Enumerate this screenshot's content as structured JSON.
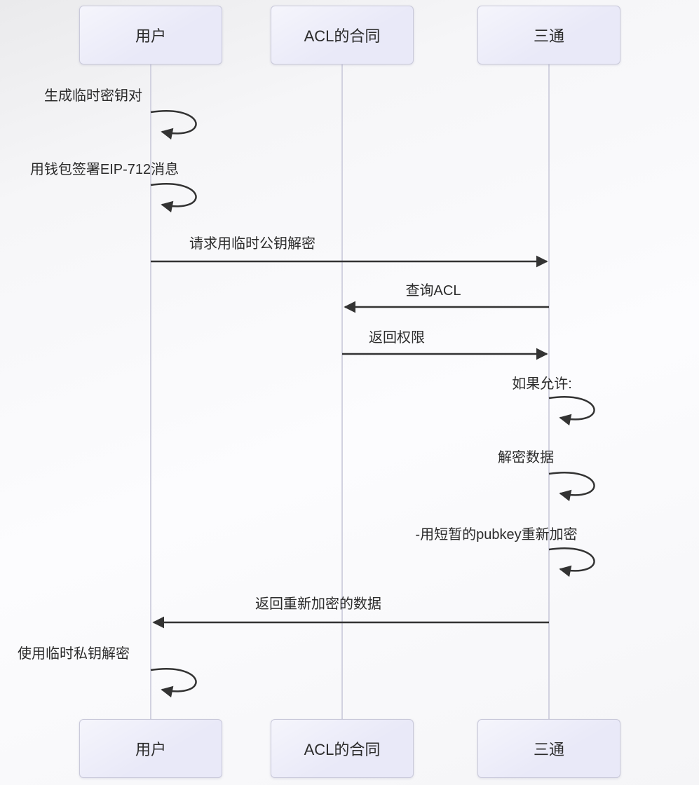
{
  "diagram_type": "sequence-diagram",
  "actors": [
    {
      "id": "user",
      "label": "用户"
    },
    {
      "id": "acl-contract",
      "label": "ACL的合同"
    },
    {
      "id": "santong",
      "label": "三通"
    }
  ],
  "messages": [
    {
      "label": "生成临时密钥对",
      "type": "self",
      "from": "user",
      "to": "user"
    },
    {
      "label": "用钱包签署EIP-712消息",
      "type": "self",
      "from": "user",
      "to": "user"
    },
    {
      "label": "请求用临时公钥解密",
      "type": "solid-arrow",
      "from": "user",
      "to": "santong"
    },
    {
      "label": "查询ACL",
      "type": "solid-arrow",
      "from": "santong",
      "to": "acl-contract"
    },
    {
      "label": "返回权限",
      "type": "solid-arrow",
      "from": "acl-contract",
      "to": "santong"
    },
    {
      "label": "如果允许:",
      "type": "self",
      "from": "santong",
      "to": "santong"
    },
    {
      "label": "解密数据",
      "type": "self",
      "from": "santong",
      "to": "santong"
    },
    {
      "label": "-用短暂的pubkey重新加密",
      "type": "self",
      "from": "santong",
      "to": "santong"
    },
    {
      "label": "返回重新加密的数据",
      "type": "solid-arrow",
      "from": "santong",
      "to": "user"
    },
    {
      "label": "使用临时私钥解密",
      "type": "self",
      "from": "user",
      "to": "user"
    }
  ],
  "colors": {
    "actor_fill": "#e9e9f8",
    "actor_border": "#c9c9da",
    "line": "#333333",
    "lifeline": "#d2d2e0",
    "text": "#2b2b2b"
  }
}
